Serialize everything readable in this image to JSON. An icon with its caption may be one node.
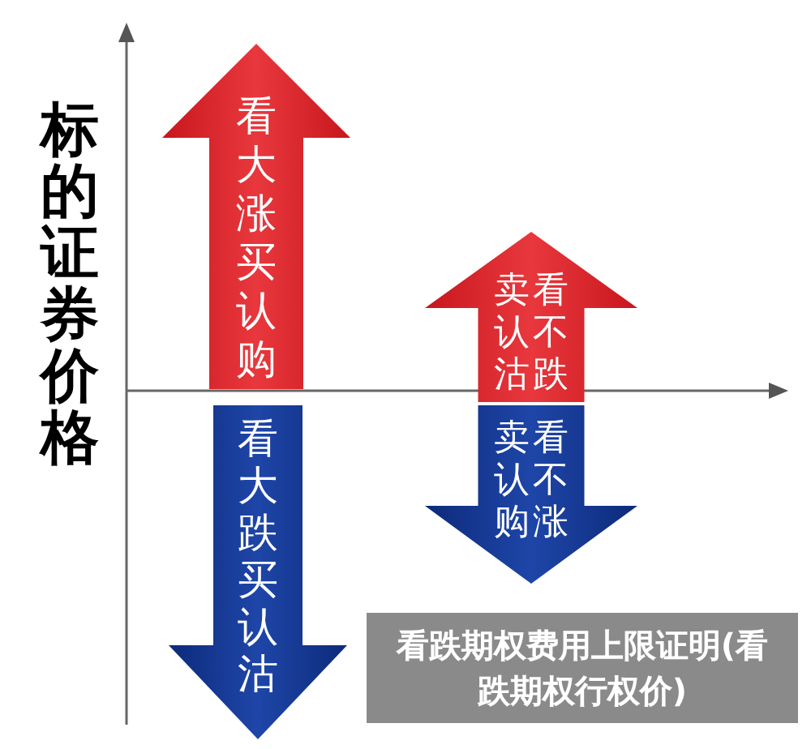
{
  "diagram": {
    "title": "看跌期权费用上限证明(看跌期权行权价)",
    "nodes": [
      {
        "text": [
          "看大涨买认购"
        ]
      },
      {
        "text": [
          "看大跌买认沽"
        ]
      },
      {
        "text": [
          "看不跌卖认沽"
        ]
      },
      {
        "text": [
          "看不涨卖认购"
        ]
      }
    ],
    "labels": [
      "标的证券价格"
    ]
  }
}
